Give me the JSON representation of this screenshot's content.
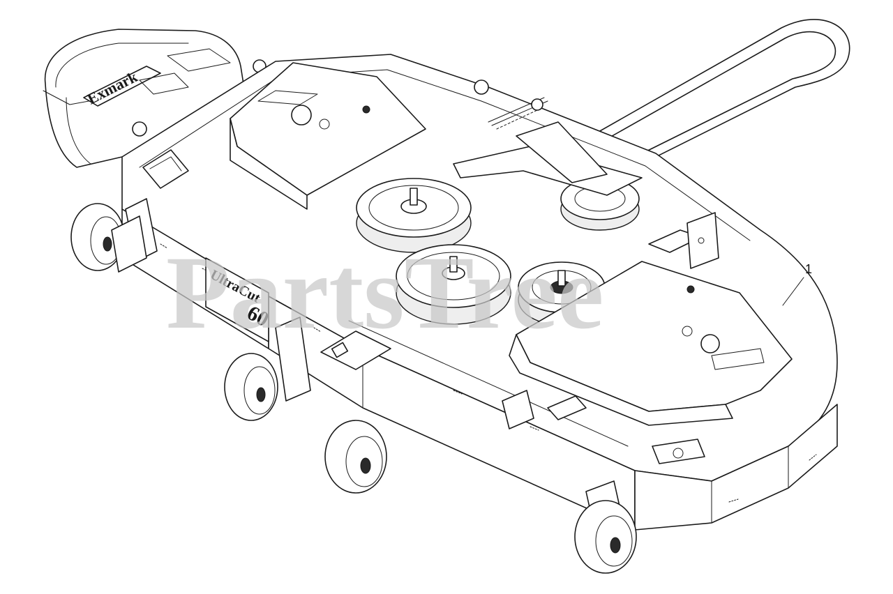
{
  "diagram": {
    "watermark": "PartsTree",
    "callouts": [
      {
        "label": "1",
        "part": "deck-assembly"
      }
    ],
    "decals": {
      "brand": "Exmark",
      "model_name": "UltraCut",
      "model_size": "60"
    },
    "colors": {
      "line": "#1a1a1a",
      "background": "#ffffff",
      "watermark": "#c8c8c8"
    }
  }
}
